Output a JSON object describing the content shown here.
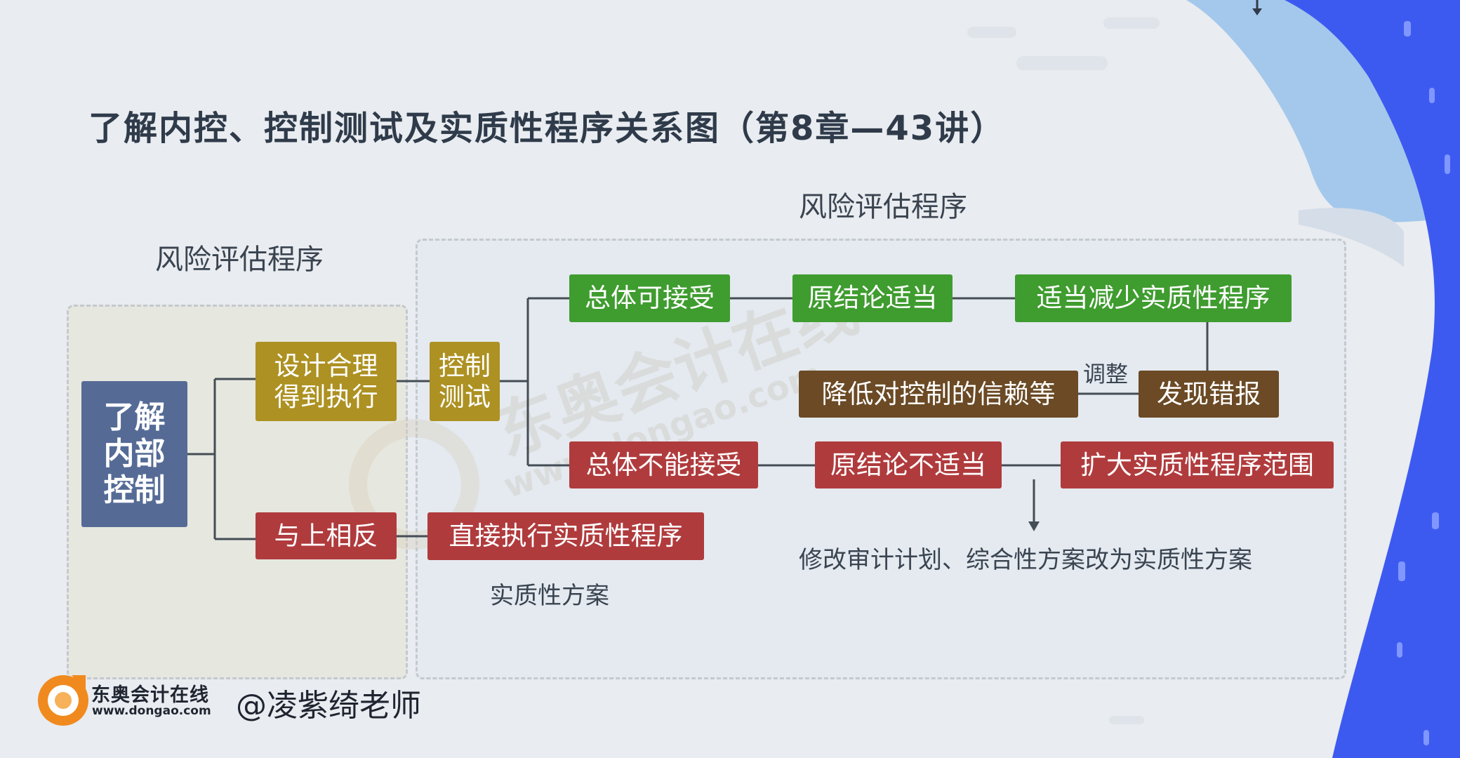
{
  "title": "了解内控、控制测试及实质性程序关系图（第8章—43讲）",
  "labels": {
    "risk_left": "风险评估程序",
    "risk_right": "风险评估程序",
    "substantive_plan": "实质性方案",
    "adjust": "调整",
    "modify": "修改审计计划、综合性方案改为实质性方案"
  },
  "nodes": {
    "understand": "了解\n内部\n控制",
    "design": "设计合理\n得到执行",
    "opposite": "与上相反",
    "control_test": "控制\n测试",
    "acceptable": "总体可接受",
    "conclusion_ok": "原结论适当",
    "reduce": "适当减少实质性程序",
    "lower_reliance": "降低对控制的信赖等",
    "misstatement": "发现错报",
    "not_acceptable": "总体不能接受",
    "conclusion_bad": "原结论不适当",
    "expand": "扩大实质性程序范围",
    "direct": "直接执行实质性程序"
  },
  "watermark": {
    "text": "东奥会计在线",
    "url": "www.dongao.com"
  },
  "footer": {
    "brand": "东奥会计在线",
    "url": "www.dongao.com",
    "handle": "@凌紫绮老师"
  },
  "colors": {
    "blue": "#556b96",
    "gold": "#ad9122",
    "green": "#3f9c2f",
    "brown": "#6b4a25",
    "red": "#b03b3d",
    "background": "#e9ecf0",
    "accent_blue": "#3d5af0",
    "light_blue": "#a4c8ec"
  }
}
